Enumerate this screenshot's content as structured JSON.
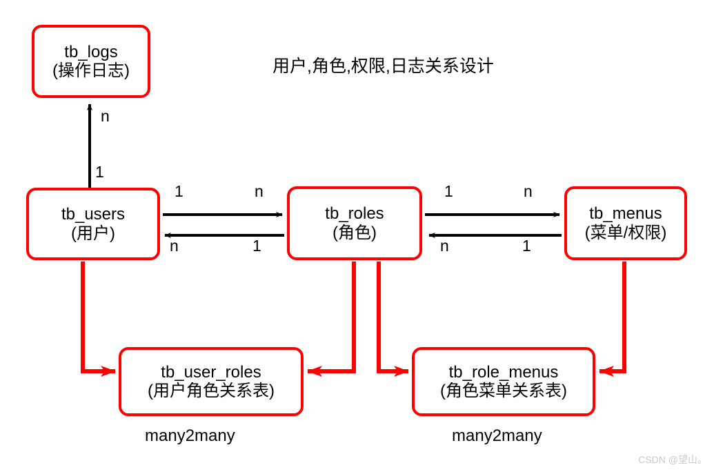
{
  "diagram": {
    "title": "用户,角色,权限,日志关系设计",
    "watermark": "CSDN @望山。",
    "colors": {
      "node_border": "#ff0000",
      "node_fill": "#ffffff",
      "black_connector": "#000000",
      "red_connector": "#ff0000",
      "text": "#000000",
      "watermark": "#c9c9c9"
    },
    "nodes": [
      {
        "id": "tb_logs",
        "name": "tb_logs",
        "label_cn": "(操作日志)"
      },
      {
        "id": "tb_users",
        "name": "tb_users",
        "label_cn": "(用户)"
      },
      {
        "id": "tb_roles",
        "name": "tb_roles",
        "label_cn": "(角色)"
      },
      {
        "id": "tb_menus",
        "name": "tb_menus",
        "label_cn": "(菜单/权限)"
      },
      {
        "id": "tb_user_roles",
        "name": "tb_user_roles",
        "label_cn": "(用户角色关系表)"
      },
      {
        "id": "tb_role_menus",
        "name": "tb_role_menus",
        "label_cn": "(角色菜单关系表)"
      }
    ],
    "cardinality_labels": {
      "users_to_logs_source": "1",
      "users_to_logs_target": "n",
      "users_roles_top_left": "1",
      "users_roles_top_right": "n",
      "users_roles_bottom_left": "n",
      "users_roles_bottom_right": "1",
      "roles_menus_top_left": "1",
      "roles_menus_top_right": "n",
      "roles_menus_bottom_left": "n",
      "roles_menus_bottom_right": "1"
    },
    "relation_notes": [
      {
        "id": "user-roles-note",
        "text": "many2many"
      },
      {
        "id": "role-menus-note",
        "text": "many2many"
      }
    ]
  }
}
